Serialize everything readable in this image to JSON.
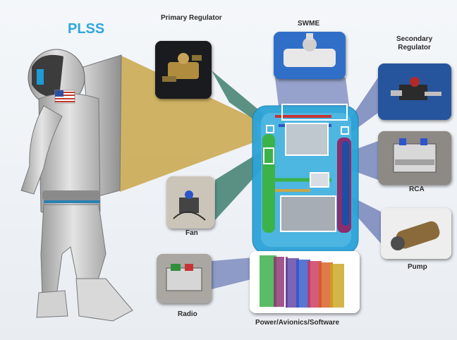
{
  "diagram": {
    "title": "PLSS",
    "components": {
      "primary_regulator": "Primary Regulator",
      "swme": "SWME",
      "secondary_regulator_line1": "Secondary",
      "secondary_regulator_line2": "Regulator",
      "rca": "RCA",
      "fan": "Fan",
      "pump": "Pump",
      "radio": "Radio",
      "power_avionics_software": "Power/Avionics/Software"
    }
  },
  "colors": {
    "title": "#2fa7dc",
    "beam_gold": "#c9a64a",
    "beam_teal": "#3f7f6e",
    "beam_blue": "#6f7fb8",
    "plss_body": "#2ba3d8"
  }
}
